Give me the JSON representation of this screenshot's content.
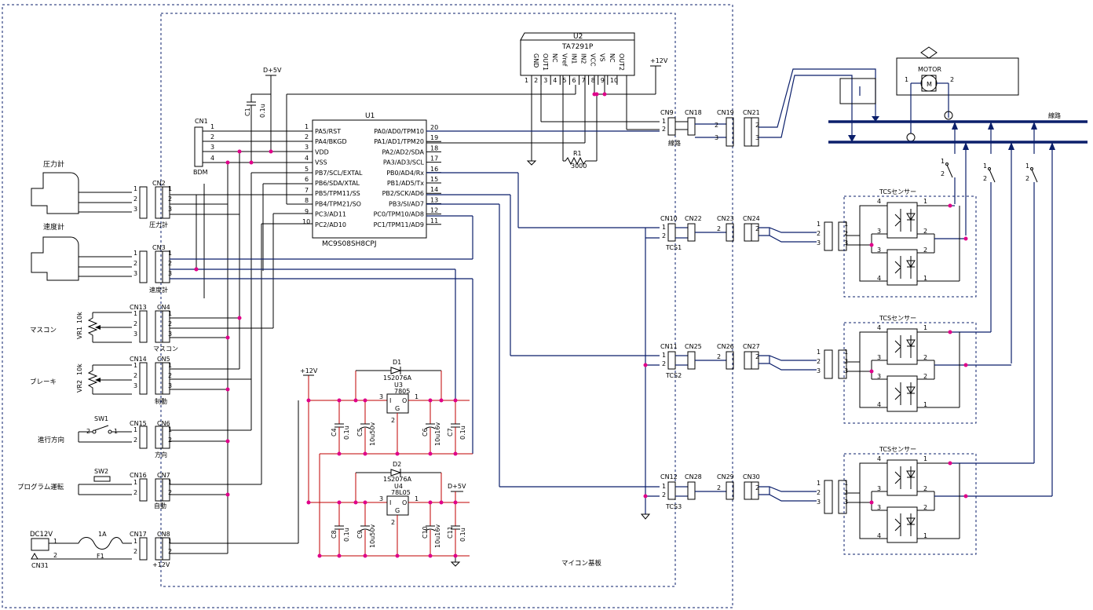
{
  "borders": {
    "board_label": "マイコン基板"
  },
  "mcu": {
    "ref": "U1",
    "part": "MC9S08SH8CPJ",
    "left_pins": [
      {
        "num": "1",
        "name": "PA5/RST"
      },
      {
        "num": "2",
        "name": "PA4/BKGD"
      },
      {
        "num": "3",
        "name": "VDD"
      },
      {
        "num": "4",
        "name": "VSS"
      },
      {
        "num": "5",
        "name": "PB7/SCL/EXTAL"
      },
      {
        "num": "6",
        "name": "PB6/SDA/XTAL"
      },
      {
        "num": "7",
        "name": "PB5/TPM11/SS"
      },
      {
        "num": "8",
        "name": "PB4/TPM21/SO"
      },
      {
        "num": "9",
        "name": "PC3/AD11"
      },
      {
        "num": "10",
        "name": "PC2/AD10"
      }
    ],
    "right_pins": [
      {
        "num": "20",
        "name": "PA0/AD0/TPM10"
      },
      {
        "num": "19",
        "name": "PA1/AD1/TPM20"
      },
      {
        "num": "18",
        "name": "PA2/AD2/SDA"
      },
      {
        "num": "17",
        "name": "PA3/AD3/SCL"
      },
      {
        "num": "16",
        "name": "PB0/AD4/Rx"
      },
      {
        "num": "15",
        "name": "PB1/AD5/Tx"
      },
      {
        "num": "14",
        "name": "PB2/SCK/AD6"
      },
      {
        "num": "13",
        "name": "PB3/SI/AD7"
      },
      {
        "num": "12",
        "name": "PC0/TPM10/AD8"
      },
      {
        "num": "11",
        "name": "PC1/TPM11/AD9"
      }
    ]
  },
  "driver": {
    "ref": "U2",
    "part": "TA7291P",
    "pins": [
      {
        "num": "1",
        "name": "GND"
      },
      {
        "num": "2",
        "name": "OUT1"
      },
      {
        "num": "3",
        "name": "NC"
      },
      {
        "num": "4",
        "name": "Vref"
      },
      {
        "num": "5",
        "name": "IN1"
      },
      {
        "num": "6",
        "name": "IN2"
      },
      {
        "num": "7",
        "name": "VCC"
      },
      {
        "num": "8",
        "name": "VS"
      },
      {
        "num": "9",
        "name": "NC"
      },
      {
        "num": "10",
        "name": "OUT2"
      }
    ]
  },
  "labels": {
    "d5v_top": "D+5V",
    "c1": "C1",
    "c1_val": "0.1u",
    "cn1": "CN1",
    "bdm": "BDM",
    "plus12v_top": "+12V",
    "r1": "R1",
    "r1_val": "3000",
    "cn2": "CN2",
    "cn2_sub": "圧力計",
    "cn3": "CN3",
    "cn3_sub": "速度計",
    "cn4": "CN4",
    "cn4_sub": "マスコン",
    "cn5": "CN5",
    "cn5_sub": "制動",
    "cn6": "CN6",
    "cn6_sub": "方向",
    "cn7": "CN7",
    "cn7_sub": "自動",
    "cn8": "CN8",
    "cn8_sub": "+12V",
    "cn13": "CN13",
    "cn14": "CN14",
    "cn15": "CN15",
    "cn16": "CN16",
    "cn17": "CN17",
    "pressure_meter": "圧力計",
    "speed_meter": "速度計",
    "mascon": "マスコン",
    "brake": "ブレーキ",
    "direction": "進行方向",
    "program": "プログラム運転",
    "vr1": "VR1",
    "vr1_val": "10k",
    "vr2": "VR2",
    "vr2_val": "10k",
    "sw1": "SW1",
    "sw2": "SW2",
    "dc12v": "DC12V",
    "cn31": "CN31",
    "fuse": "F1",
    "fuse_val": "1A",
    "plus12v_mid": "+12V",
    "d1": "D1",
    "d1_part": "1S2076A",
    "u3": "U3",
    "u3_part": "7805",
    "d2": "D2",
    "d2_part": "1S2076A",
    "u4": "U4",
    "u4_part": "78L05",
    "d5v_bot": "D+5V",
    "c4": "C4",
    "c4_val": "0.1u",
    "c5": "C5",
    "c5_val": "10u50v",
    "c6": "C6",
    "c6_val": "10u16v",
    "c7": "C7",
    "c7_val": "0.1u",
    "c8": "C8",
    "c8_val": "0.1u",
    "c9": "C9",
    "c9_val": "10u50v",
    "c10": "C10",
    "c10_val": "10u16v",
    "c11": "C11",
    "c11_val": "0.1u",
    "reg_i": "I",
    "reg_o": "O",
    "reg_g": "G",
    "cn9": "CN9",
    "cn9_sub": "線路",
    "cn18": "CN18",
    "cn19": "CN19",
    "cn21": "CN21",
    "cn10": "CN10",
    "cn10_sub": "TCS1",
    "cn22": "CN22",
    "cn23": "CN23",
    "cn24": "CN24",
    "cn11": "CN11",
    "cn11_sub": "TCS2",
    "cn25": "CN25",
    "cn26": "CN26",
    "cn27": "CN27",
    "cn12": "CN12",
    "cn12_sub": "TCS3",
    "cn28": "CN28",
    "cn29": "CN29",
    "cn30": "CN30",
    "motor": "MOTOR",
    "motor_m": "M",
    "track": "線路",
    "tcs_title": "TCSセンサー",
    "m_pin1": "1",
    "m_pin2": "2"
  }
}
